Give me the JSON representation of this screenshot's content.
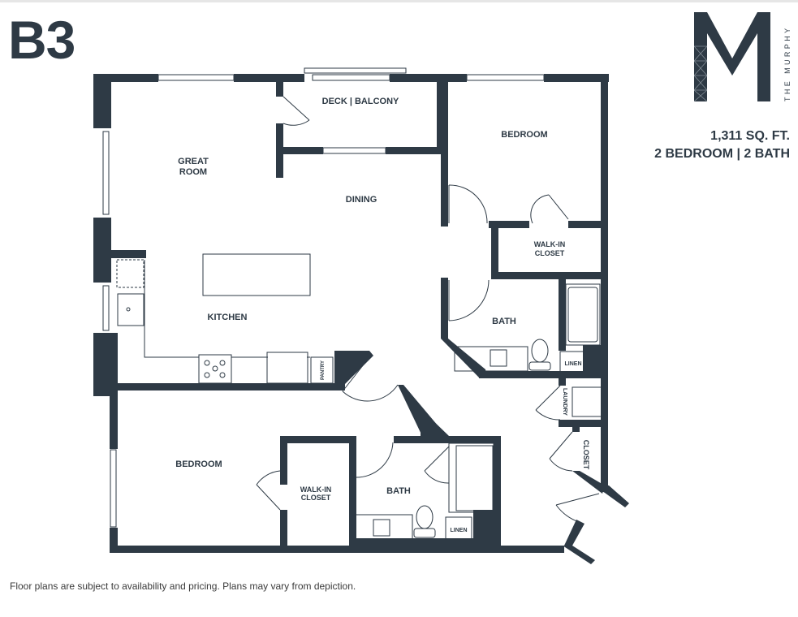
{
  "header": {
    "plan_code": "B3",
    "brand_name": "THE MURPHY",
    "brand_letter": "M"
  },
  "specs": {
    "area": "1,311 SQ. FT.",
    "layout": "2 BEDROOM | 2 BATH"
  },
  "rooms": {
    "great_room_line1": "GREAT",
    "great_room_line2": "ROOM",
    "deck": "DECK | BALCONY",
    "dining": "DINING",
    "kitchen": "KITCHEN",
    "pantry": "PANTRY",
    "bedroom_1": "BEDROOM",
    "walkin_1_line1": "WALK-IN",
    "walkin_1_line2": "CLOSET",
    "bath_1": "BATH",
    "linen_1": "LINEN",
    "laundry": "LAUNDRY",
    "closet": "CLOSET",
    "bedroom_2": "BEDROOM",
    "walkin_2_line1": "WALK-IN",
    "walkin_2_line2": "CLOSET",
    "bath_2": "BATH",
    "linen_2": "LINEN"
  },
  "footer": {
    "disclaimer": "Floor plans are subject to availability and pricing. Plans may vary from depiction."
  },
  "colors": {
    "wall": "#2e3a45",
    "text": "#2e3a45",
    "background": "#ffffff"
  }
}
